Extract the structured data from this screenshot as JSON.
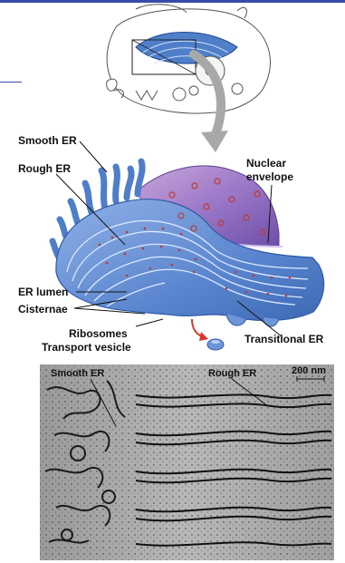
{
  "labels": {
    "smooth_er": "Smooth ER",
    "rough_er": "Rough ER",
    "nuclear_envelope_line1": "Nuclear",
    "nuclear_envelope_line2": "envelope",
    "er_lumen": "ER lumen",
    "cisternae": "Cisternae",
    "ribosomes": "Ribosomes",
    "transport_vesicle": "Transport vesicle",
    "transitional_er": "Transitional ER"
  },
  "micrograph": {
    "smooth_er": "Smooth ER",
    "rough_er": "Rough ER",
    "scale_bar": "200 nm"
  },
  "colors": {
    "er_blue": "#5b86cf",
    "er_dark": "#2f5aa8",
    "nucleus_purple": "#8a6bbf",
    "arrow_gray": "#a8a8a8",
    "vesicle_arrow": "#d8362a",
    "accent_line": "#3a4aa8"
  }
}
